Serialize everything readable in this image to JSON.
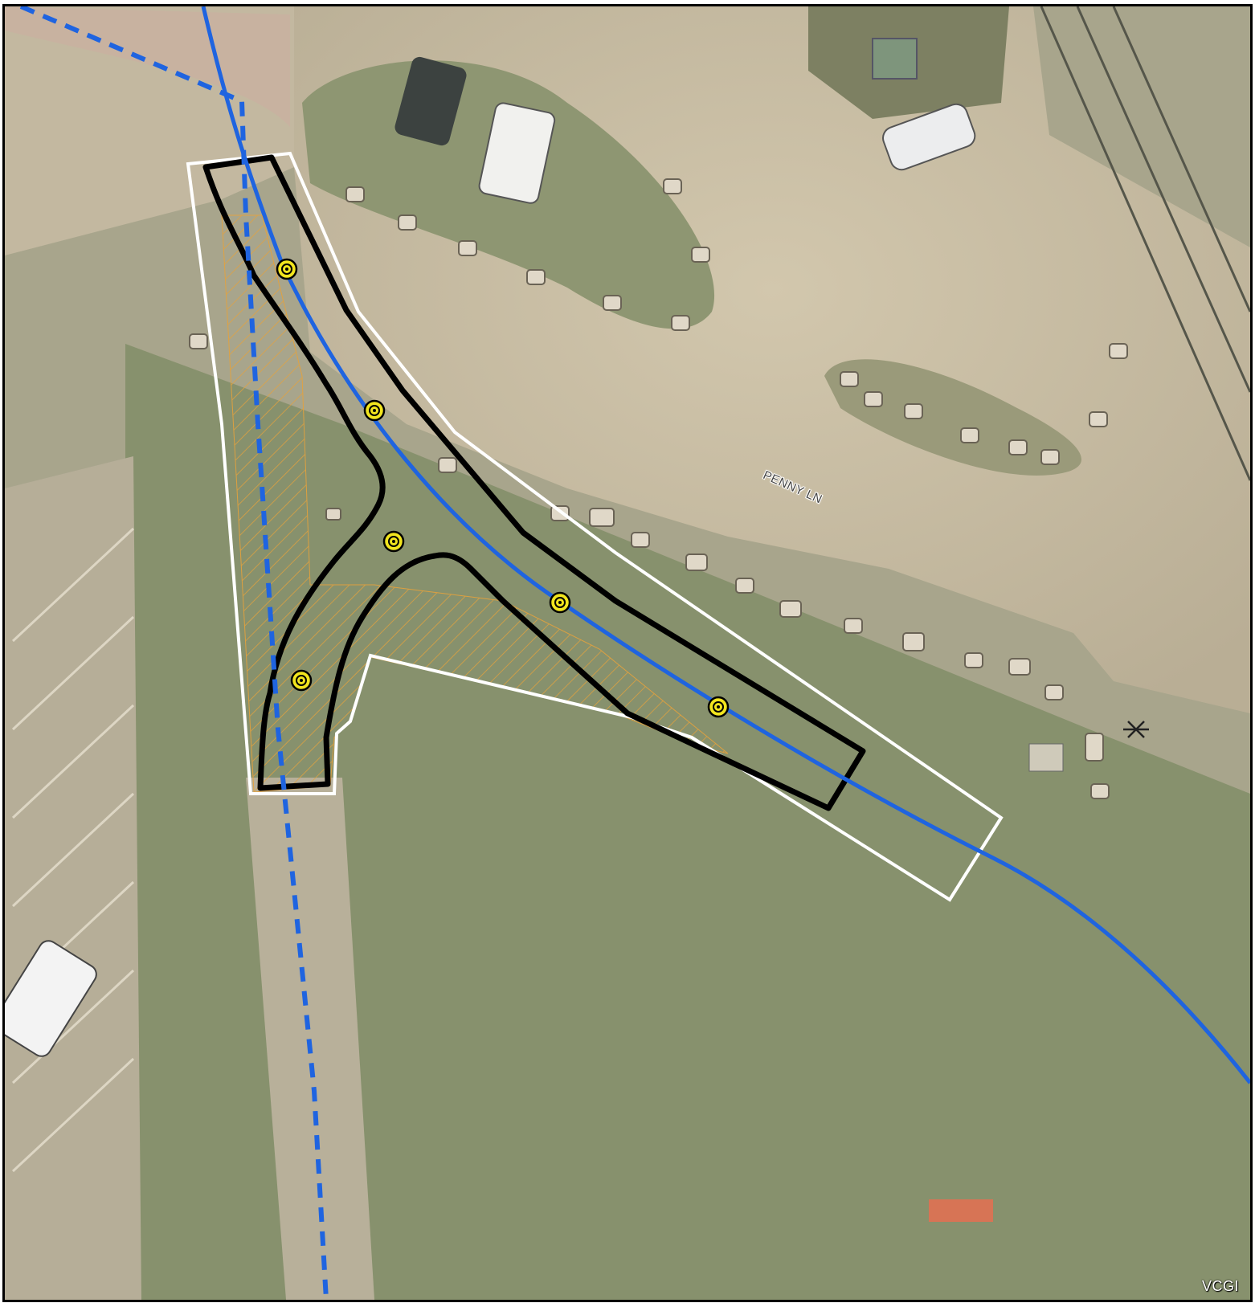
{
  "map": {
    "street_label": "PENNY LN",
    "credit": "VCGI",
    "colors": {
      "route_solid": "#1f64e0",
      "route_dashed": "#1f64e0",
      "polygon_outline": "#000000",
      "buffer_outline": "#ffffff",
      "hatch": "#e6a23c",
      "marker_fill": "#f2e51e",
      "lawn": "#8a9470",
      "pavement": "#c9bda3"
    },
    "layers": [
      {
        "name": "aerial-imagery"
      },
      {
        "name": "route-line-solid"
      },
      {
        "name": "route-line-dashed"
      },
      {
        "name": "project-polygon"
      },
      {
        "name": "buffer-polygon"
      },
      {
        "name": "hatched-area"
      },
      {
        "name": "point-markers",
        "count": 6
      }
    ]
  }
}
